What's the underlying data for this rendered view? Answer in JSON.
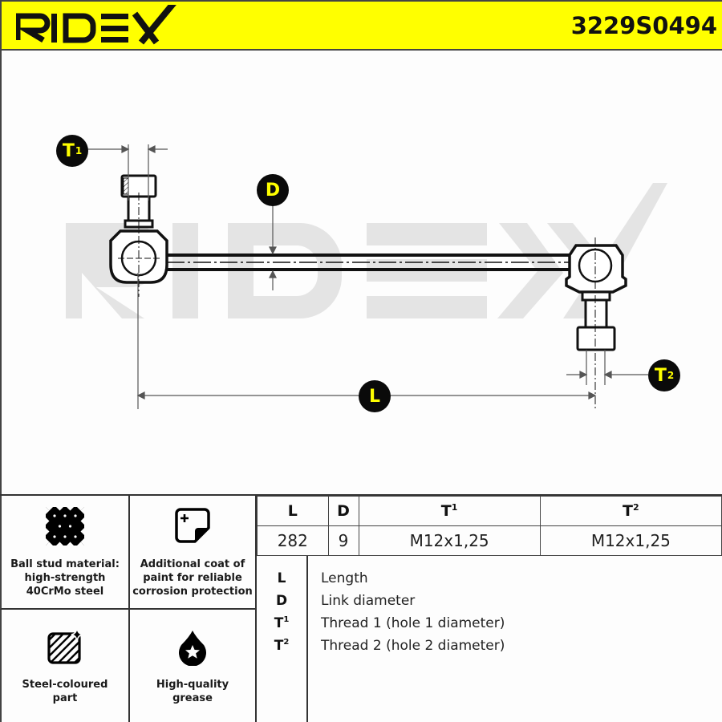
{
  "header": {
    "brand": "RIDEX",
    "part_number": "3229S0494",
    "background_color": "#ffff00"
  },
  "drawing": {
    "watermark": "RIDEX",
    "labels": {
      "t1": {
        "letter": "T",
        "sup": "1"
      },
      "d": {
        "letter": "D",
        "sup": ""
      },
      "t2": {
        "letter": "T",
        "sup": "2"
      },
      "l": {
        "letter": "L",
        "sup": ""
      }
    },
    "badge_color": "#0a0a0a",
    "badge_text_color": "#ffff00"
  },
  "features": [
    {
      "icon": "steel-grid-icon",
      "label": "Ball stud material: high-strength 40CrMo steel",
      "lines": [
        "Ball stud material:",
        "high-strength",
        "40CrMo steel"
      ]
    },
    {
      "icon": "paint-coat-icon",
      "label": "Additional coat of paint for reliable corrosion protection",
      "lines": [
        "Additional coat of",
        "paint for reliable",
        "corrosion protection"
      ]
    },
    {
      "icon": "steel-coloured-icon",
      "label": "Steel-coloured part",
      "lines": [
        "Steel-coloured",
        "part"
      ]
    },
    {
      "icon": "grease-drop-icon",
      "label": "High-quality grease",
      "lines": [
        "High-quality",
        "grease"
      ]
    }
  ],
  "spec_table": {
    "headers": [
      {
        "letter": "L",
        "sup": ""
      },
      {
        "letter": "D",
        "sup": ""
      },
      {
        "letter": "T",
        "sup": "1"
      },
      {
        "letter": "T",
        "sup": "2"
      }
    ],
    "values": [
      "282",
      "9",
      "M12x1,25",
      "M12x1,25"
    ]
  },
  "legend": [
    {
      "key": "L",
      "sup": "",
      "desc": "Length"
    },
    {
      "key": "D",
      "sup": "",
      "desc": "Link diameter"
    },
    {
      "key": "T",
      "sup": "1",
      "desc": "Thread 1 (hole 1 diameter)"
    },
    {
      "key": "T",
      "sup": "2",
      "desc": "Thread 2 (hole 2 diameter)"
    }
  ]
}
